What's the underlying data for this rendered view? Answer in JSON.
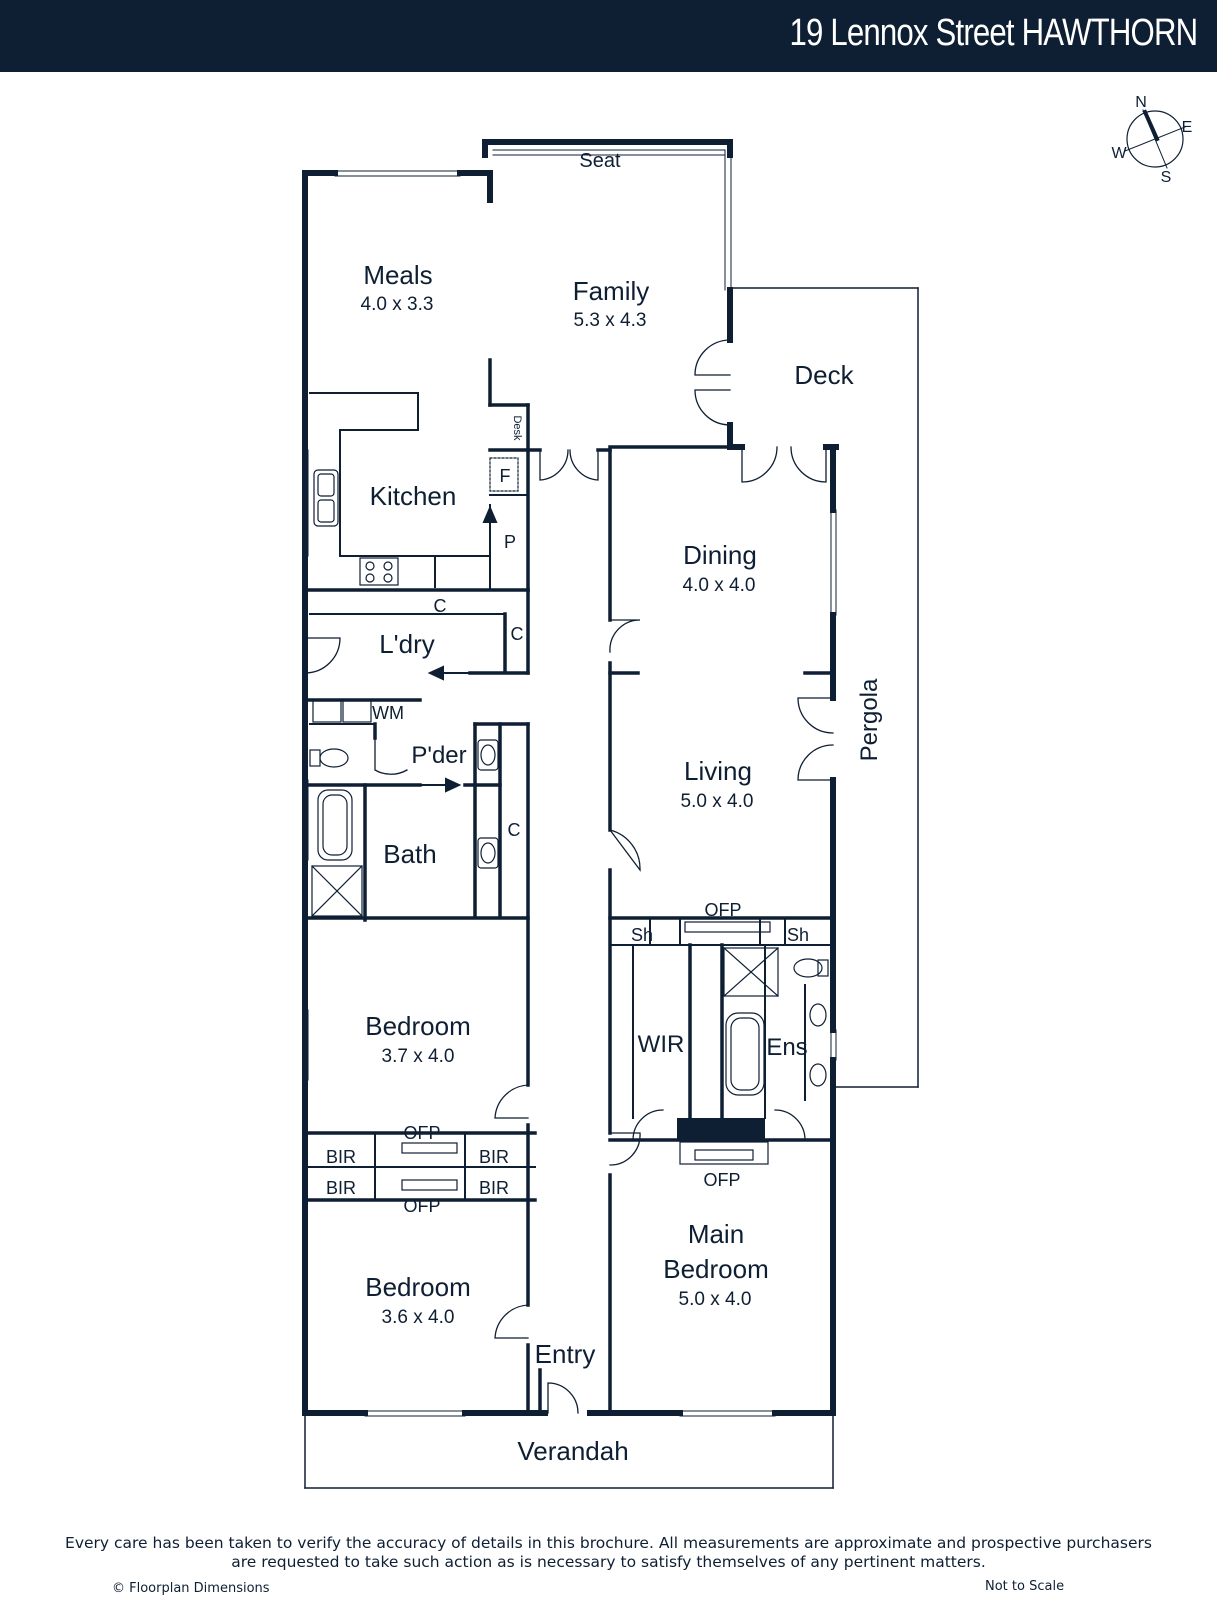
{
  "header": {
    "address": "19 Lennox Street HAWTHORN"
  },
  "colors": {
    "navy": "#0f1f33",
    "background": "#ffffff"
  },
  "compass": {
    "n": "N",
    "e": "E",
    "s": "S",
    "w": "W"
  },
  "rooms": {
    "seat": "Seat",
    "meals": {
      "name": "Meals",
      "dims": "4.0 x 3.3"
    },
    "family": {
      "name": "Family",
      "dims": "5.3 x 4.3"
    },
    "deck": "Deck",
    "desk": "Desk",
    "fridge": "F",
    "pantry": "P",
    "kitchen": "Kitchen",
    "dining": {
      "name": "Dining",
      "dims": "4.0 x 4.0"
    },
    "laundry_cupboard": "C",
    "laundry_cupboard_side": "C",
    "laundry": "L'dry",
    "washing_machine": "WM",
    "pergola": "Pergola",
    "powder": "P'der",
    "living": {
      "name": "Living",
      "dims": "5.0 x 4.0"
    },
    "bath": "Bath",
    "bath_cupboard": "C",
    "ofp_living": "OFP",
    "shelf_left": "Sh",
    "shelf_right": "Sh",
    "bedroom1": {
      "name": "Bedroom",
      "dims": "3.7 x 4.0"
    },
    "wir": "WIR",
    "ensuite": "Ens",
    "ofp_bed1": "OFP",
    "ofp_bed2": "OFP",
    "ofp_main": "OFP",
    "bir": [
      "BIR",
      "BIR",
      "BIR",
      "BIR"
    ],
    "main_bedroom": {
      "line1": "Main",
      "line2": "Bedroom",
      "dims": "5.0 x 4.0"
    },
    "bedroom2": {
      "name": "Bedroom",
      "dims": "3.6 x 4.0"
    },
    "entry": "Entry",
    "verandah": "Verandah"
  },
  "footer": {
    "disclaimer_line1": "Every care has been taken to verify the accuracy of details in this brochure. All measurements are approximate and prospective purchasers",
    "disclaimer_line2": "are requested to take such action as is necessary to satisfy themselves of any pertinent matters.",
    "copyright": "© Floorplan Dimensions",
    "scale_note": "Not to Scale"
  }
}
